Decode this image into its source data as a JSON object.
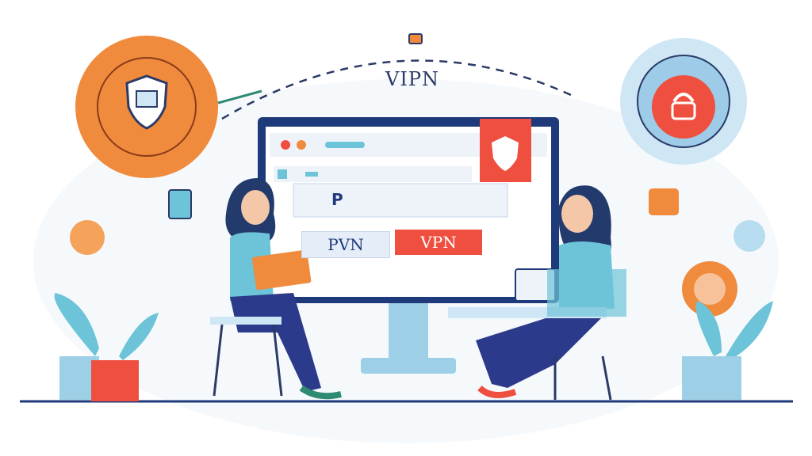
{
  "illustration": {
    "top_label": "VIPN",
    "screen_glyph": "P",
    "buttons": {
      "left_label": "PVN",
      "right_label": "VPN"
    }
  },
  "colors": {
    "navy": "#1f3a7a",
    "orange": "#f08a3c",
    "red": "#ef4f3f",
    "light_blue": "#cfe6f5",
    "teal": "#5fb3c9"
  },
  "icons": [
    "shield-icon",
    "padlock-icon",
    "laptop-icon",
    "monitor-icon",
    "plant-icon"
  ]
}
